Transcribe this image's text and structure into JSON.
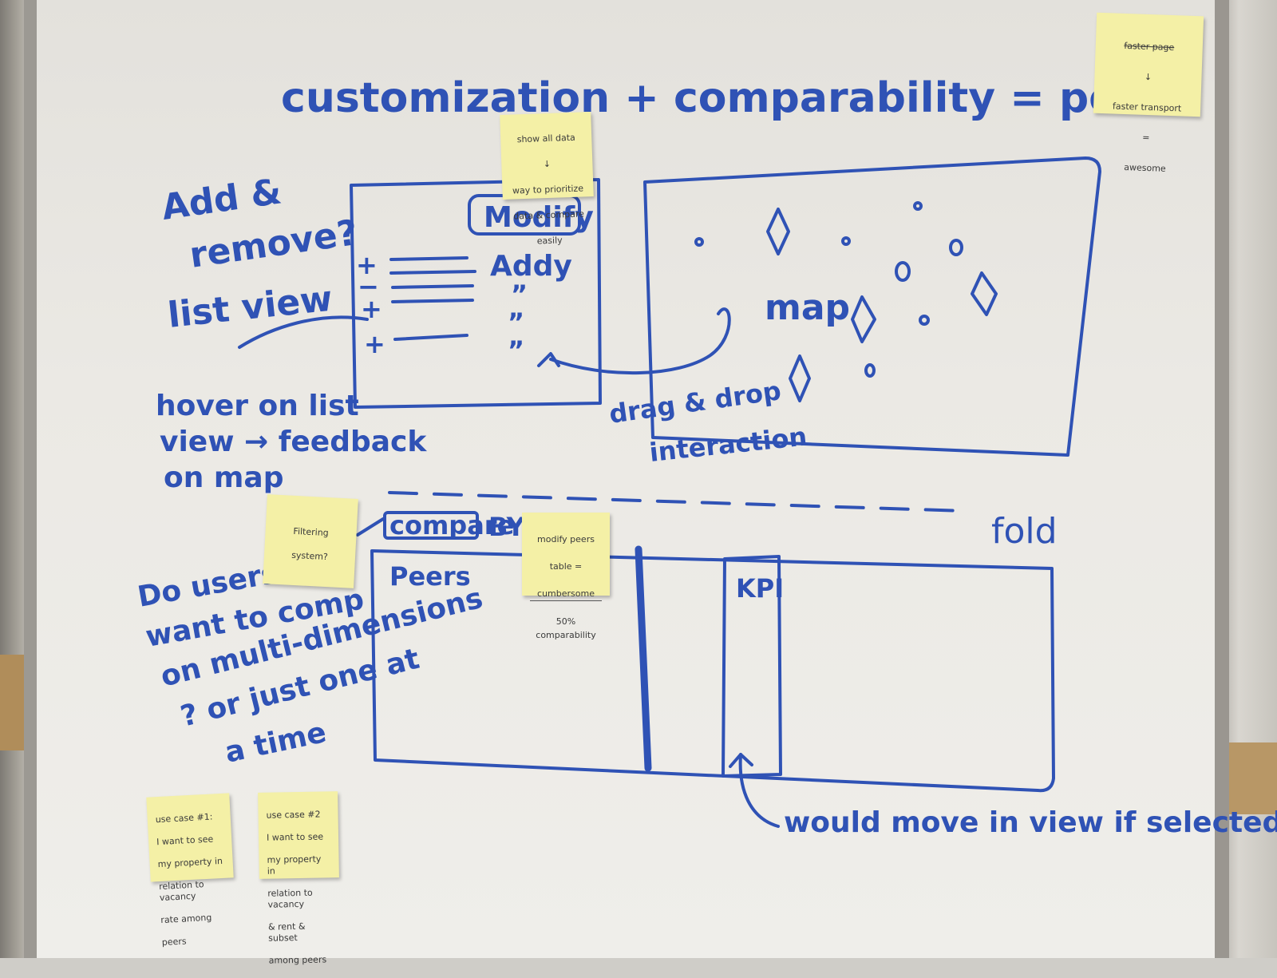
{
  "whiteboard": {
    "title": "customization + comparability = peers",
    "left_notes": {
      "add_remove_line1": "Add &",
      "add_remove_line2": "remove?",
      "list_view": "list view",
      "hover_line1": "hover on list",
      "hover_line2": "view → feedback",
      "hover_line3": "on map",
      "question_line1": "Do users",
      "question_line2": "want to comp",
      "question_line3": "on multi-dimensions",
      "question_line4": "? or just one at",
      "question_line5": "a time"
    },
    "list_panel": {
      "modify_label": "Modify",
      "address_label": "Addy",
      "ditto_1": "”",
      "ditto_2": "”",
      "ditto_3": "”",
      "row_symbols": [
        "+",
        "−",
        "+",
        "+"
      ]
    },
    "map_panel": {
      "map_label": "map",
      "drag_line1": "drag & drop",
      "drag_line2": "interaction"
    },
    "fold_label": "fold",
    "compare_label": "compare",
    "by_label": "BY",
    "table_panel": {
      "peers_label": "Peers",
      "kpi_label": "KPI",
      "selected_note": "would move in view if selected"
    }
  },
  "sticky_notes": {
    "top_right": [
      "faster page",
      "↓",
      "faster transport",
      "=",
      "awesome"
    ],
    "show_all_data": [
      "show all data",
      "↓",
      "way to prioritize",
      "data & compare",
      "easily"
    ],
    "filtering": [
      "Filtering",
      "system?"
    ],
    "modify_peers": [
      "modify peers",
      "table =",
      "cumbersome",
      "50% comparability"
    ],
    "use_case_1": [
      "use case #1:",
      "I want to see",
      "my property in",
      "relation to vacancy",
      "rate among",
      "peers"
    ],
    "use_case_2": [
      "use case #2",
      "I want to see",
      "my property in",
      "relation to vacancy",
      "& rent & subset",
      "among peers"
    ]
  },
  "colors": {
    "marker_blue": "#2f52b5",
    "sticky_yellow": "#f4f0a6",
    "board_white": "#ebe9e4"
  }
}
